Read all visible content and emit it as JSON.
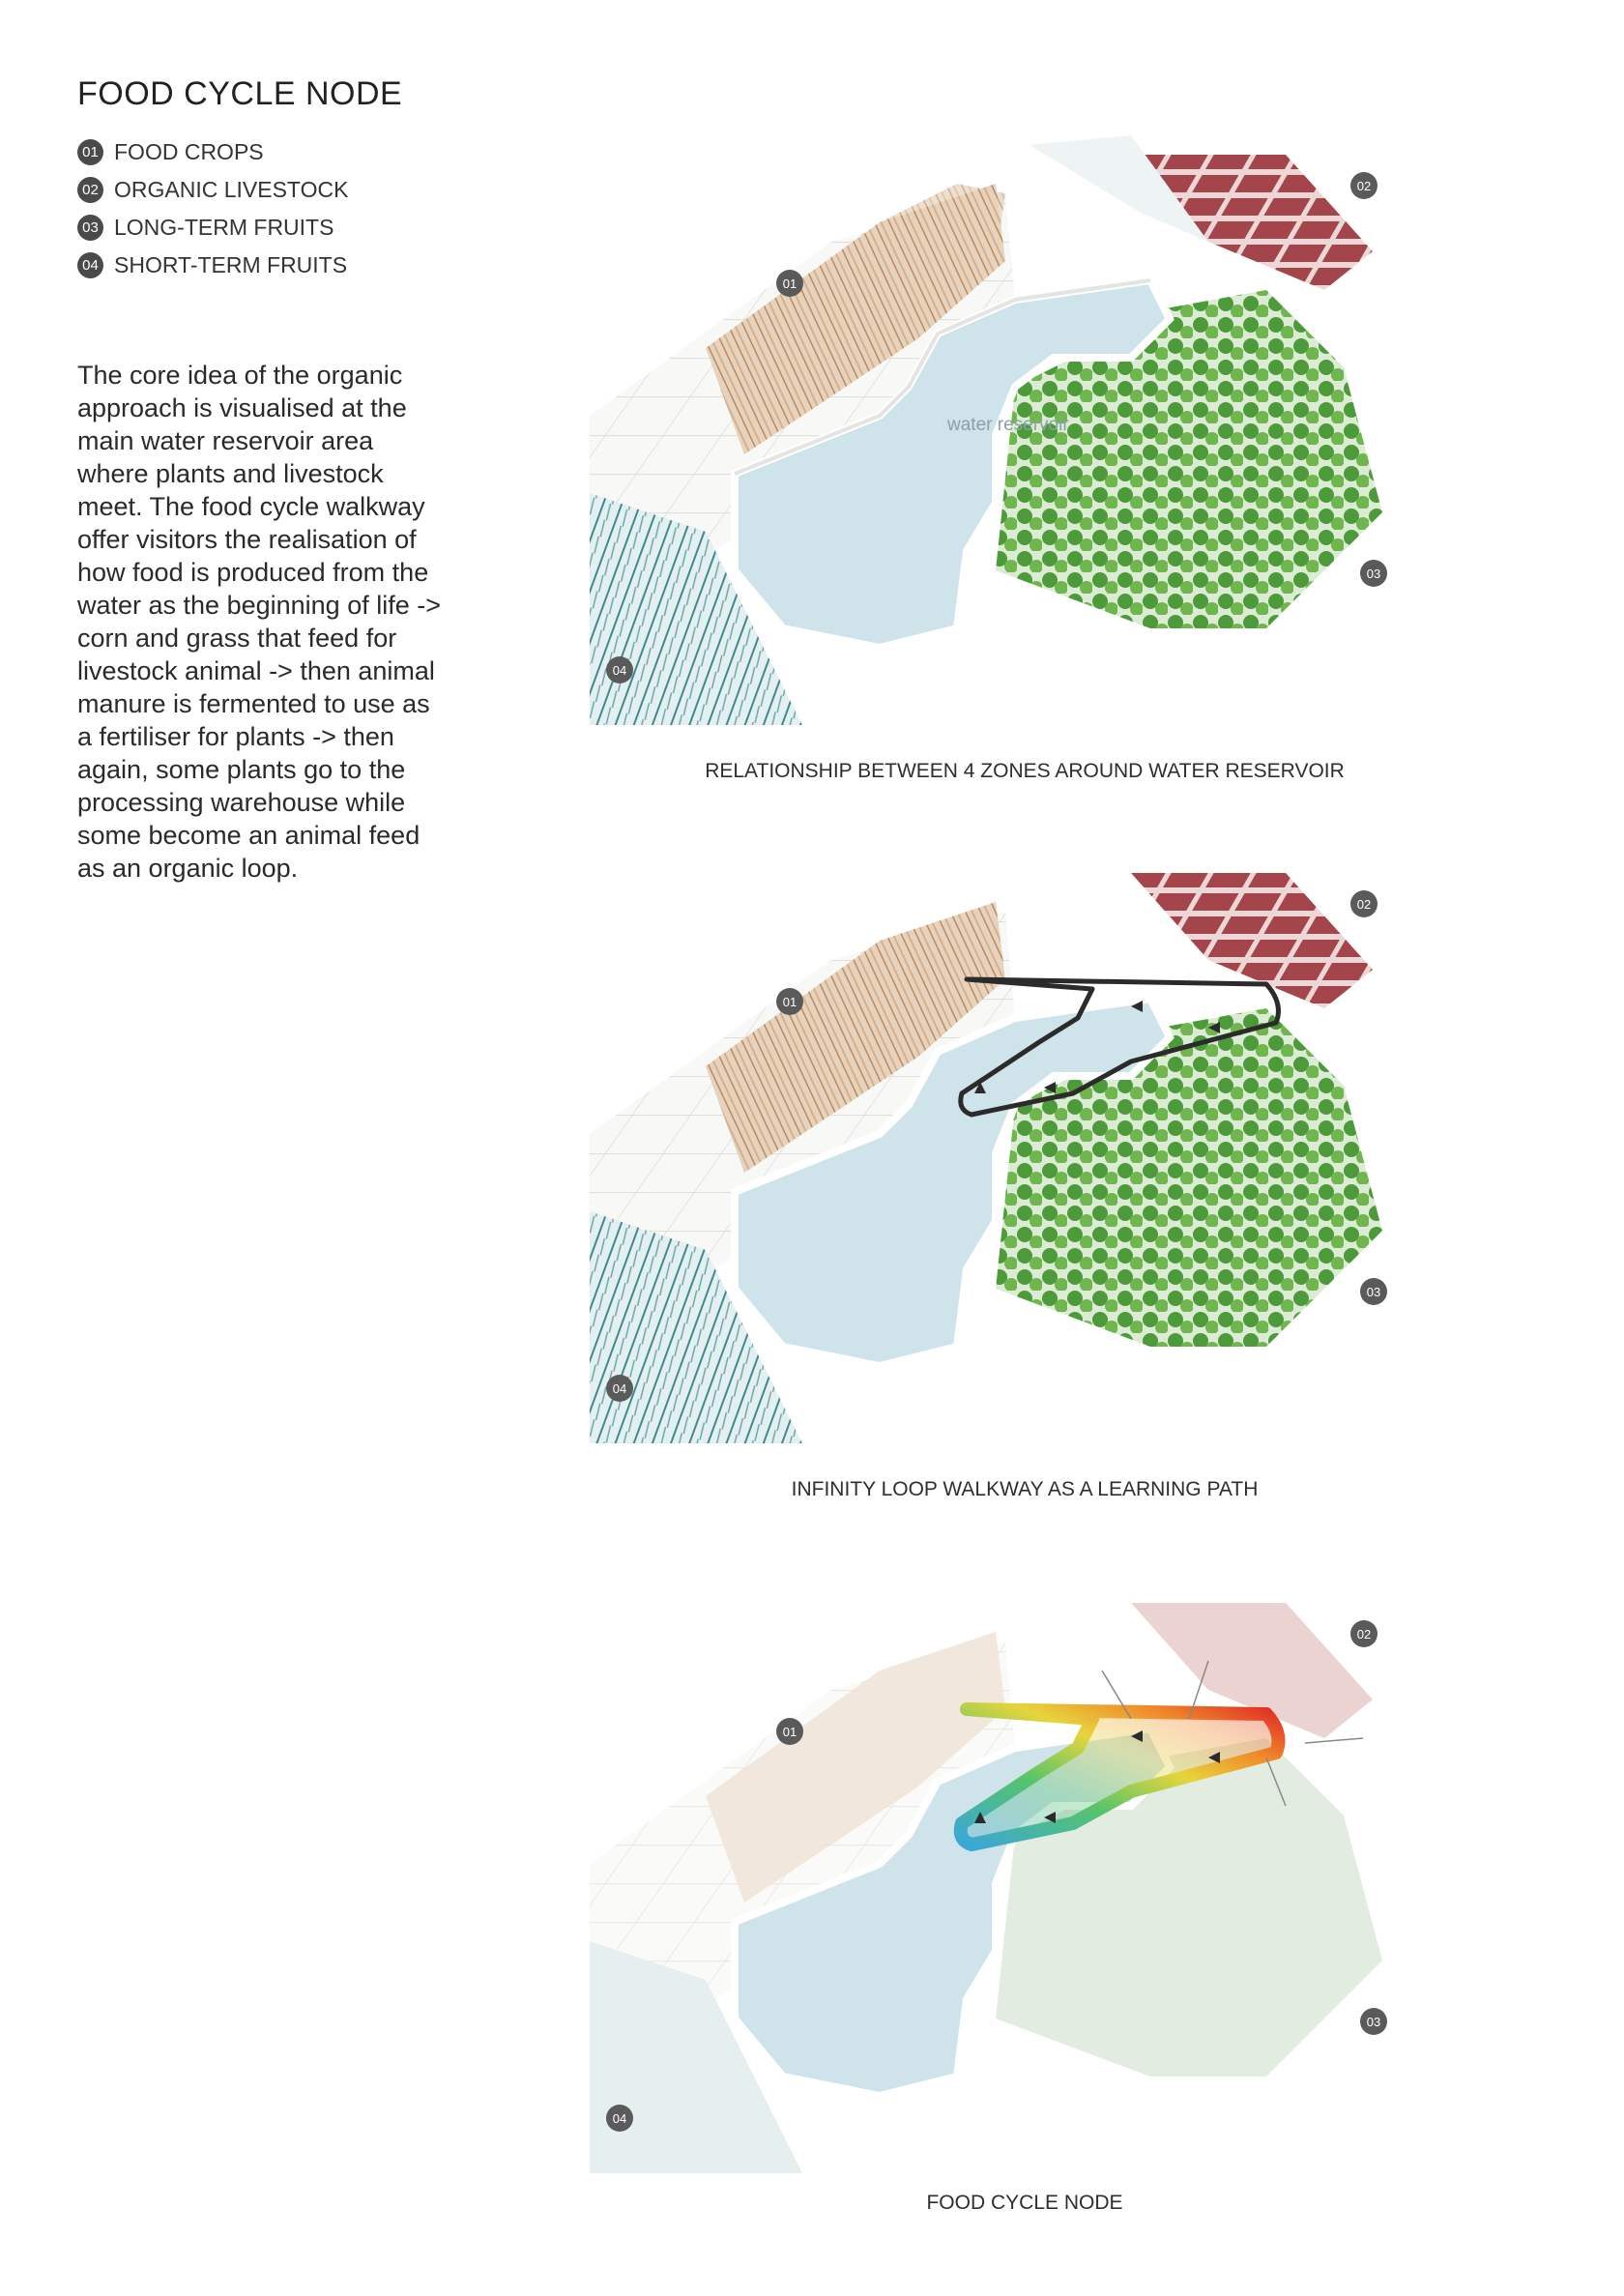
{
  "title": "FOOD CYCLE NODE",
  "legend": [
    {
      "num": "01",
      "label": "FOOD CROPS"
    },
    {
      "num": "02",
      "label": "ORGANIC LIVESTOCK"
    },
    {
      "num": "03",
      "label": "LONG-TERM FRUITS"
    },
    {
      "num": "04",
      "label": "SHORT-TERM FRUITS"
    }
  ],
  "body_text": "The core idea of the organic approach is visualised at the main water reservoir area where plants and livestock meet. The food cycle walkway offer visitors the realisation of how food is produced from the water as the beginning of life -> corn and grass that feed for livestock animal -> then animal manure is fermented to use as a fertiliser for plants -> then again, some plants go to the processing warehouse while some become an animal feed as an organic loop.",
  "panels": [
    {
      "caption": "RELATIONSHIP BETWEEN 4 ZONES AROUND WATER RESERVOIR",
      "markers": [
        "01",
        "02",
        "03",
        "04"
      ],
      "water_label": "water reservoir"
    },
    {
      "caption": "INFINITY LOOP WALKWAY AS A LEARNING PATH",
      "markers": [
        "01",
        "02",
        "03",
        "04"
      ]
    },
    {
      "caption": "FOOD CYCLE NODE",
      "markers": [
        "01",
        "02",
        "03",
        "04"
      ]
    }
  ],
  "colors": {
    "water": "#cfe3ea",
    "crops": "#c9a07a",
    "livestock": "#a3454a",
    "long_term_fruits": "#4e9a3c",
    "short_term_fruits": "#3f8a8e",
    "walkway": "#2b2b2b",
    "marker": "#4a4a4a"
  }
}
